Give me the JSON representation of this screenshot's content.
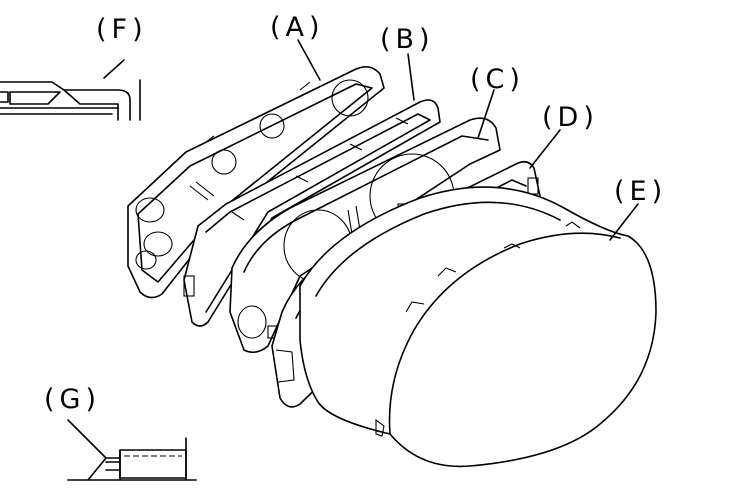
{
  "labels": {
    "A": "(A)",
    "B": "(B)",
    "C": "(C)",
    "D": "(D)",
    "E": "(E)",
    "F": "(F)",
    "G": "(G)"
  }
}
